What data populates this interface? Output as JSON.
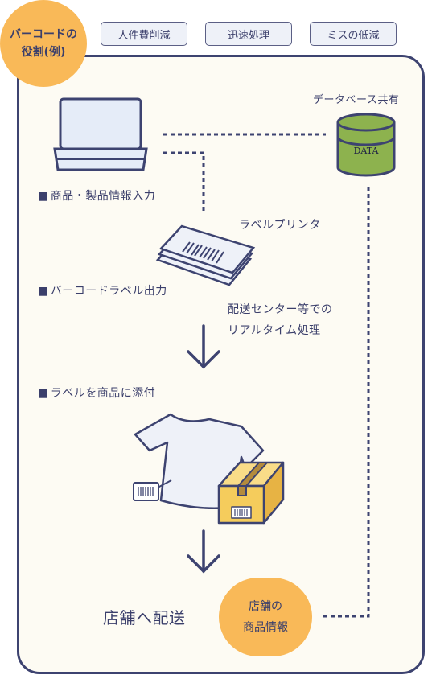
{
  "badge": {
    "text": "バーコードの\n役割(例)"
  },
  "tags": [
    "人件費削減",
    "迅速処理",
    "ミスの低減"
  ],
  "labels": {
    "database": "データベース共有",
    "db_text": "DATA",
    "printer": "ラベルプリンタ",
    "center": "配送センター等での\nリアルタイム処理",
    "store_delivery": "店舗へ配送",
    "store_info": "店舗の\n商品情報"
  },
  "steps": [
    "商品・製品情報入力",
    "バーコードラベル出力",
    "ラベルを商品に添付"
  ],
  "colors": {
    "accent": "#f9b958",
    "navy": "#3d4370",
    "cream": "#fdfbf3",
    "db_green": "#8db24e",
    "box": "#f5cc5c"
  }
}
